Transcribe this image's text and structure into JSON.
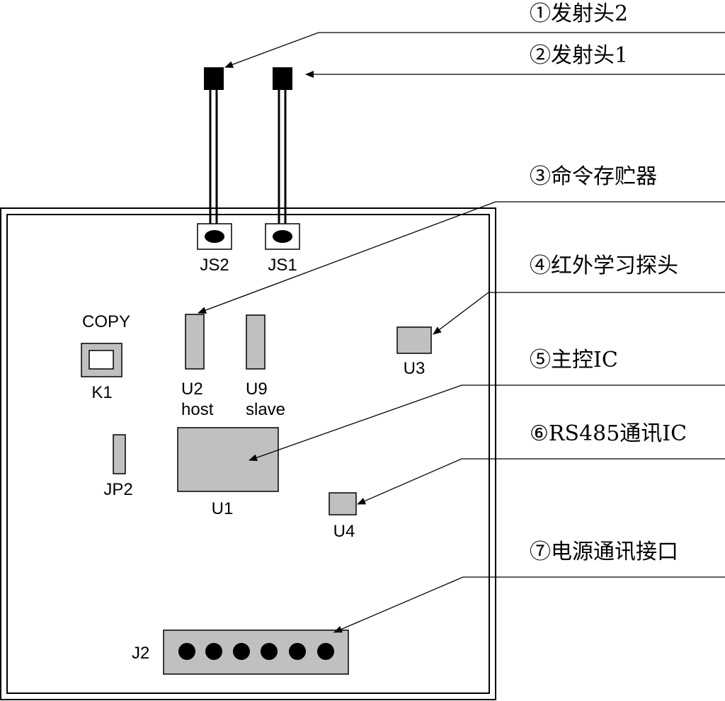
{
  "annotations": [
    {
      "id": "a1",
      "text": "①发射头2"
    },
    {
      "id": "a2",
      "text": "②发射头1"
    },
    {
      "id": "a3",
      "text": "③命令存贮器"
    },
    {
      "id": "a4",
      "text": "④红外学习探头"
    },
    {
      "id": "a5",
      "text": "⑤主控IC"
    },
    {
      "id": "a6",
      "text": "⑥RS485通讯IC"
    },
    {
      "id": "a7",
      "text": "⑦电源通讯接口"
    }
  ],
  "components": {
    "js2": "JS2",
    "js1": "JS1",
    "copy": "COPY",
    "k1": "K1",
    "u2": "U2",
    "u2_role": "host",
    "u9": "U9",
    "u9_role": "slave",
    "u3": "U3",
    "jp2": "JP2",
    "u1": "U1",
    "u4": "U4",
    "j2": "J2"
  },
  "colors": {
    "chip_fill": "#c0c0c0",
    "line": "#000000",
    "emitter": "#000000",
    "background": "#ffffff"
  }
}
